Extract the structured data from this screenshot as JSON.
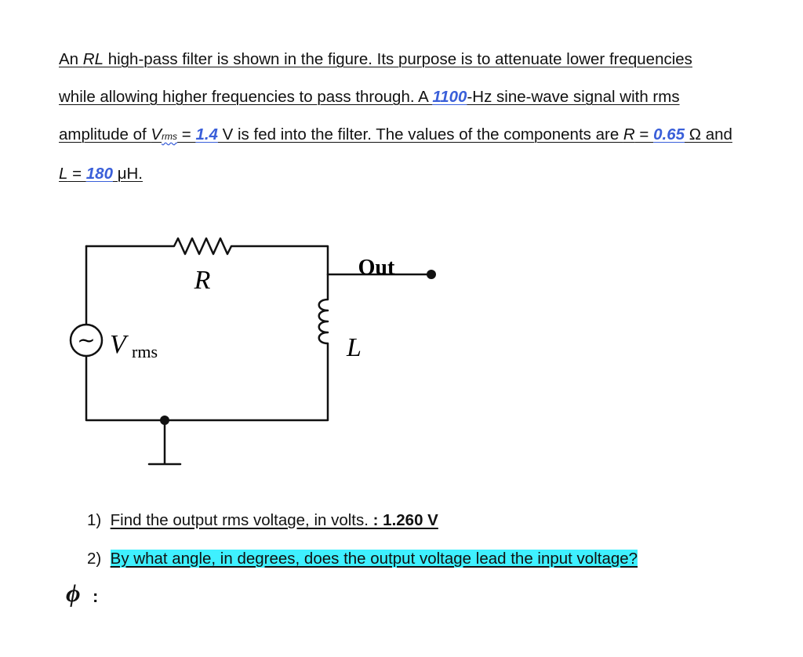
{
  "problem": {
    "p1": "An ",
    "p1_rl": "RL",
    "p2": " high-pass filter is shown in the figure. Its purpose is to attenuate lower frequencies while allowing higher frequencies to pass through. A ",
    "freq": "1100",
    "p3": "-Hz sine-wave signal with rms amplitude of ",
    "vsym": "V",
    "vsub": "rms",
    "p4": " = ",
    "vrms": "1.4",
    "p5": " V is fed into the filter. The values of the components are ",
    "rsym": "R",
    "p6": " = ",
    "rval": "0.65",
    "p7": " Ω and ",
    "lsym": "L",
    "p8": " = ",
    "lval": "180",
    "p9": " μH."
  },
  "circuit": {
    "r_label": "R",
    "l_label": "L",
    "out_label": "Out",
    "v_label": "V",
    "v_sub": "rms",
    "source_glyph": "~"
  },
  "questions": [
    {
      "num": "1)",
      "text": "Find the output rms voltage, in volts.",
      "answer": " : 1.260 V"
    },
    {
      "num": "2)",
      "text": "By what angle, in degrees, does the output voltage lead the input voltage?"
    }
  ],
  "answer": {
    "symbol": "ϕ",
    "colon": ":"
  }
}
